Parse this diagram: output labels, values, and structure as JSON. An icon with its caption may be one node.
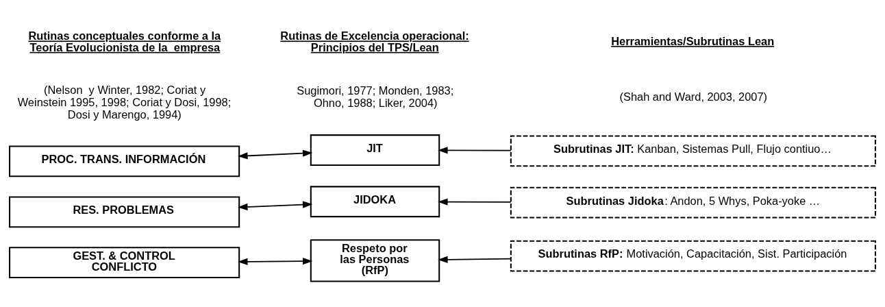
{
  "diagram": {
    "nodes": [
      {
        "text": [
          "PROC. TRANS. INFORMACIÓN"
        ]
      },
      {
        "text": [
          "JIT"
        ]
      },
      {
        "text": [
          "**Subrutinas JIT:** Kanban, Sistemas Pull, Flujo contiuo…"
        ]
      },
      {
        "text": [
          "RES. PROBLEMAS"
        ]
      },
      {
        "text": [
          "JIDOKA"
        ]
      },
      {
        "text": [
          "**Subrutinas Jidoka**: Andon, 5 Whys, Poka-yoke …"
        ]
      },
      {
        "text": [
          "GEST. & CONTROL CONFLICTO"
        ]
      },
      {
        "text": [
          "Respeto por las Personas (RfP)"
        ]
      },
      {
        "text": [
          "**Subrutinas RfP:** Motivación, Capacitación, Sist. Participación"
        ]
      }
    ],
    "edges": [
      {
        "from": 0,
        "to": 1,
        "arrow": "both"
      },
      {
        "from": 2,
        "to": 1,
        "arrow": "to"
      },
      {
        "from": 3,
        "to": 4,
        "arrow": "both"
      },
      {
        "from": 5,
        "to": 4,
        "arrow": "to"
      },
      {
        "from": 6,
        "to": 7,
        "arrow": "both"
      },
      {
        "from": 8,
        "to": 7,
        "arrow": "to"
      }
    ],
    "labels": [
      "Rutinas conceptuales conforme a la Teoría Evolucionista de la  empresa",
      "Rutinas de Excelencia operacional: Principios del TPS/Lean",
      "Herramientas/Subrutinas Lean",
      "(Nelson  y Winter, 1982; Coriat y Weinstein 1995, 1998; Coriat y Dosi, 1998; Dosi y Marengo, 1994)",
      "Sugimori, 1977; Monden, 1983; Ohno, 1988; Liker, 2004)",
      "(Shah and Ward, 2003, 2007)"
    ]
  }
}
